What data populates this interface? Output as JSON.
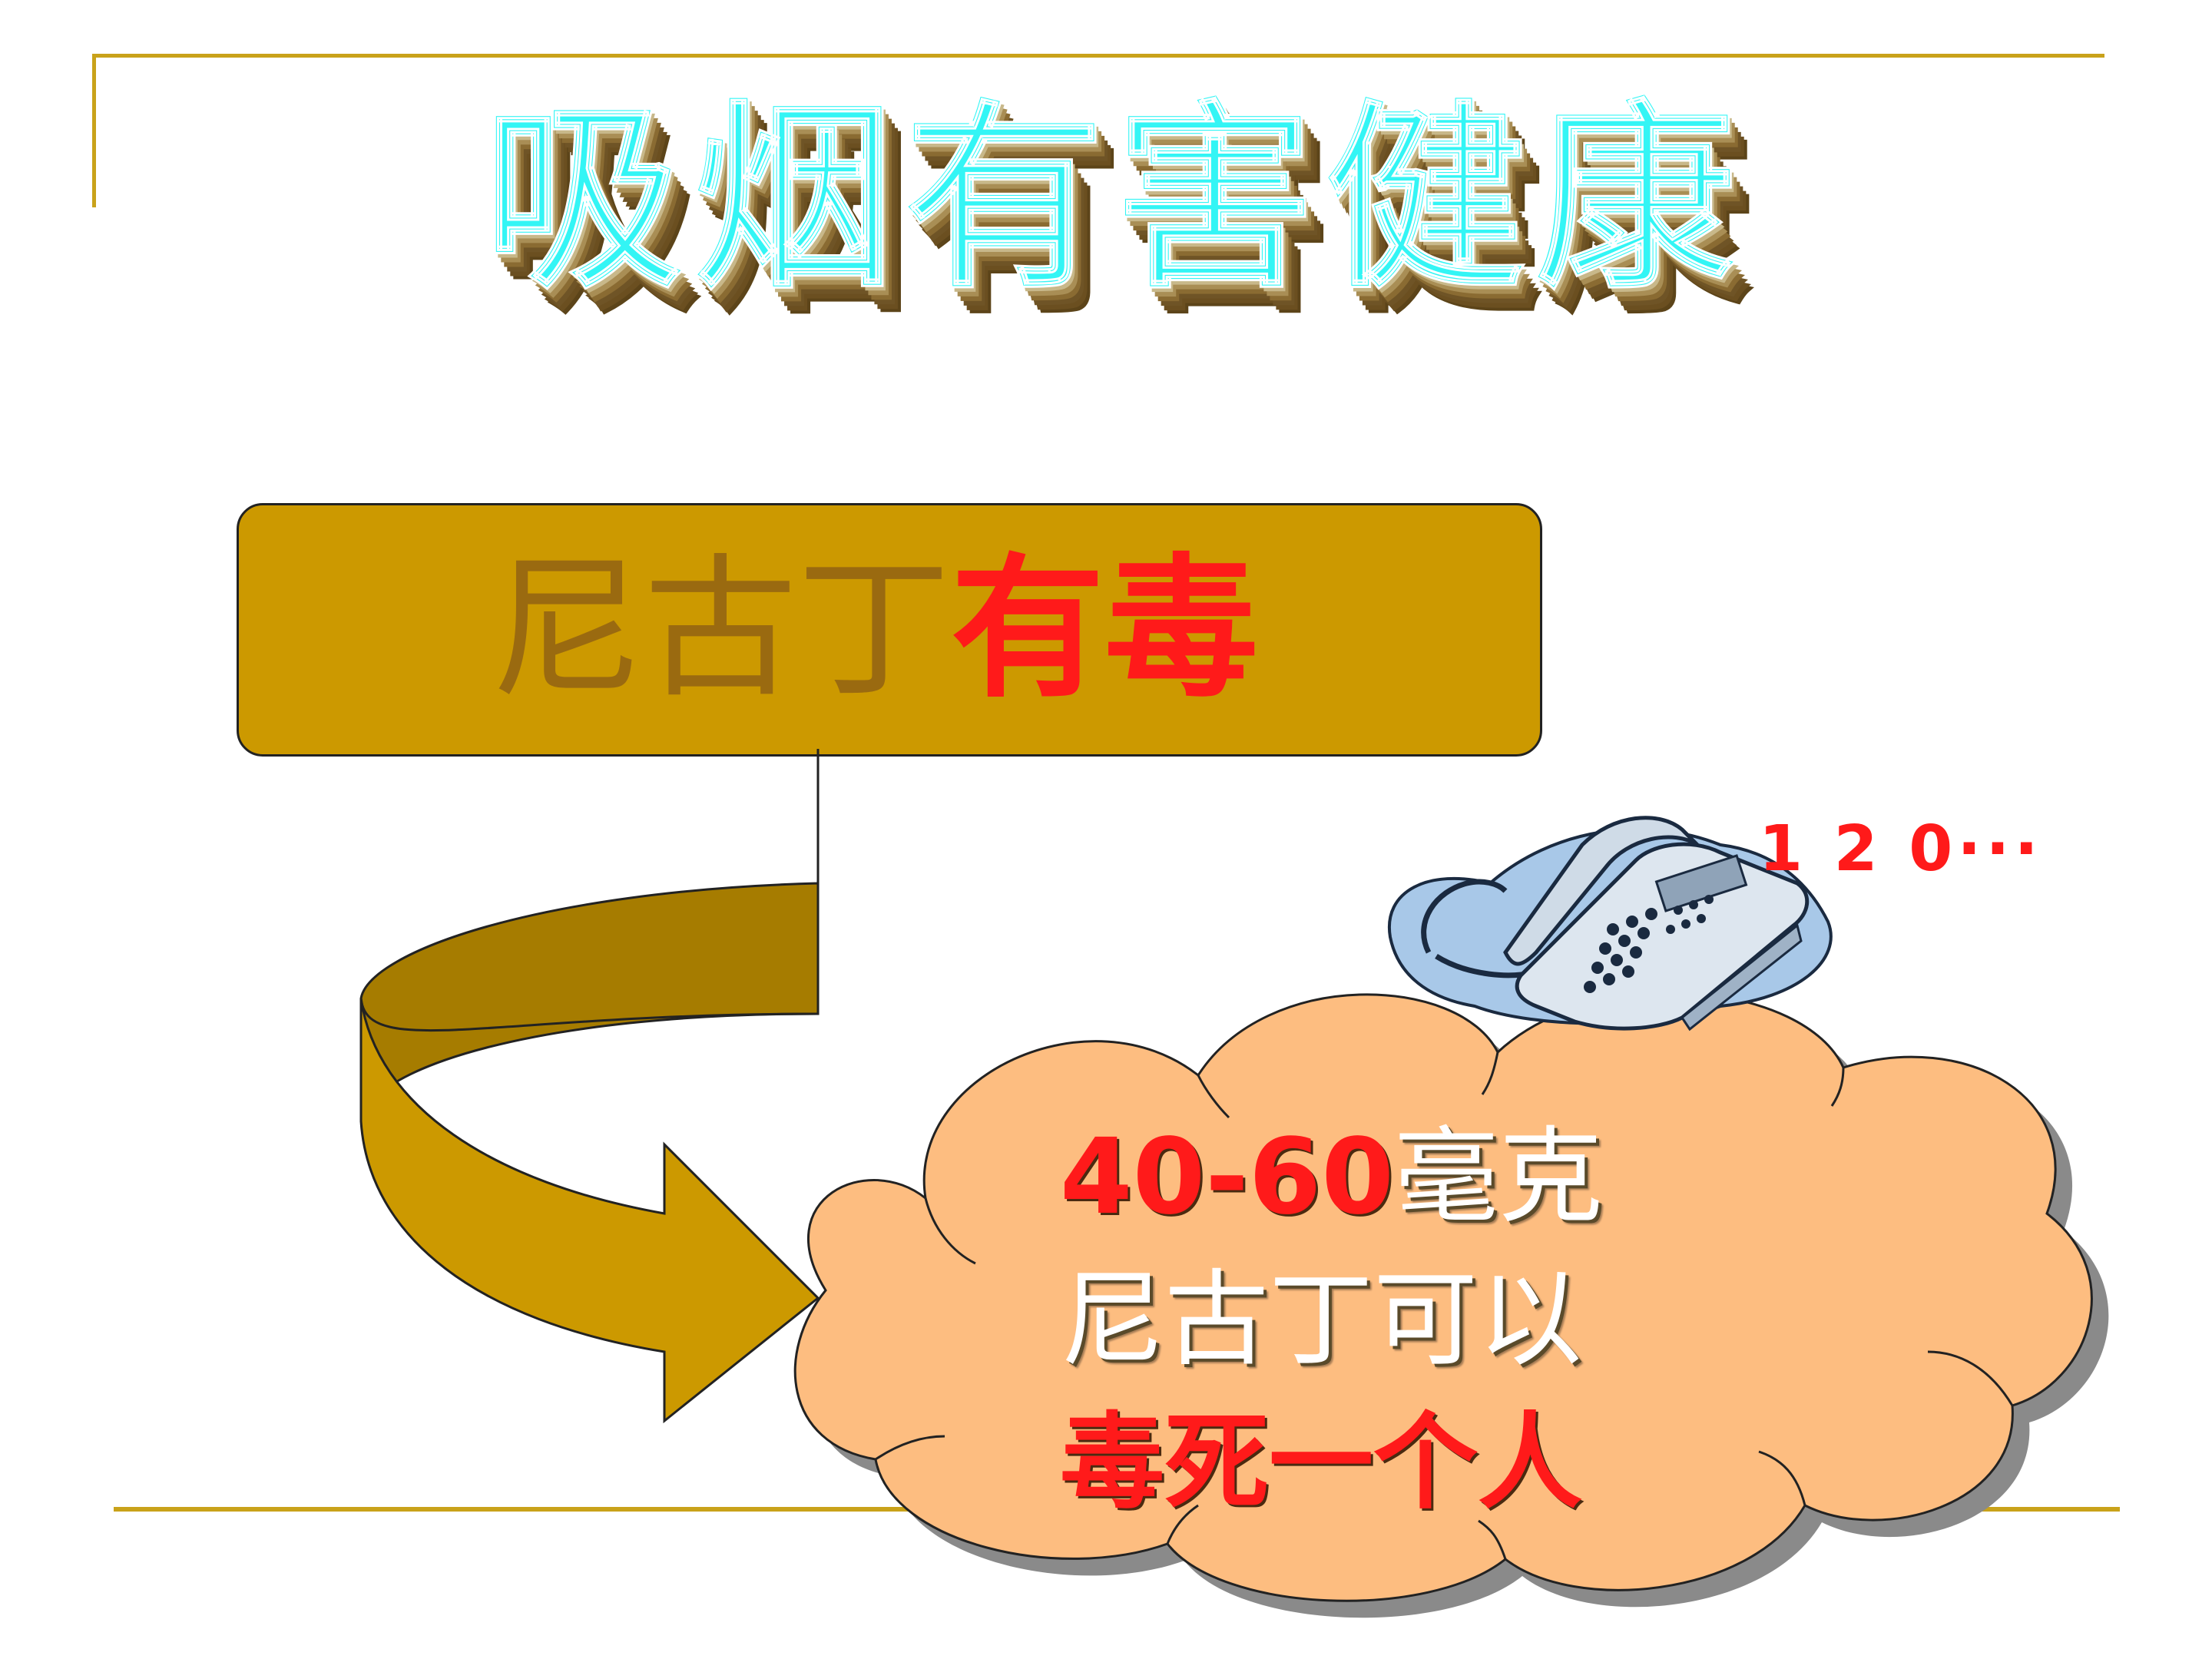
{
  "title": "吸烟有害健康",
  "box": {
    "part1": "尼古丁",
    "part2": "有毒"
  },
  "phone_number": "1 2 0···",
  "cloud": {
    "line1_red": "40-60",
    "line1_rest": "毫克",
    "line2": "尼古丁可以",
    "line3": "毒死一个人"
  },
  "colors": {
    "title_fill": "#33f5f5",
    "title_shadow": "#6b4f20",
    "rule": "#c9a21a",
    "box_fill": "#cc9900",
    "box_text_muted": "#9a6a10",
    "accent_red": "#ff1a1a",
    "arrow_fill": "#cc9900",
    "arrow_shade": "#a67c00",
    "cloud_fill": "#fdbd80",
    "phone_body": "#a8c8e8"
  },
  "icons": {
    "telephone": "telephone-icon",
    "arrow": "curved-arrow",
    "cloud": "cloud-shape"
  }
}
